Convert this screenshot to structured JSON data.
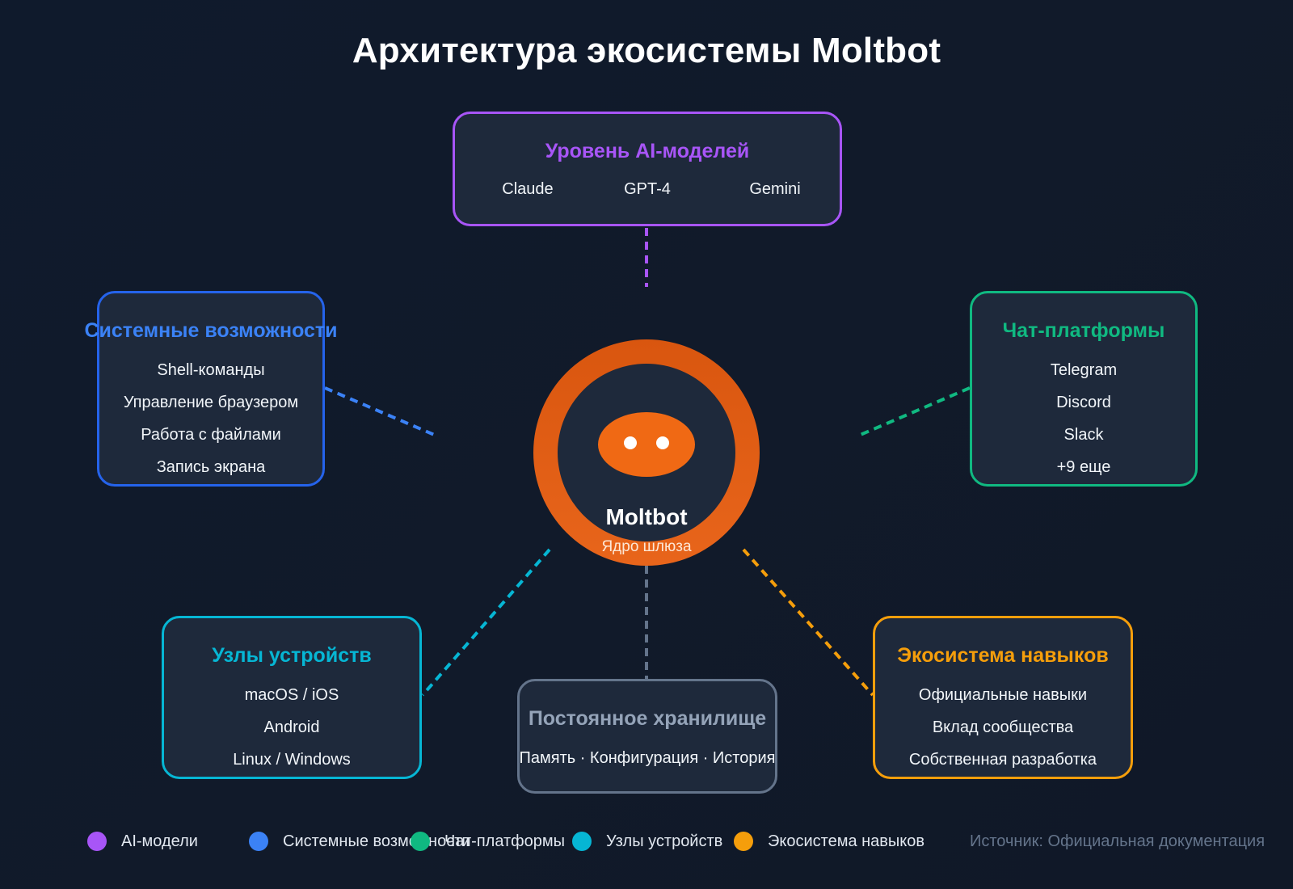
{
  "title": "Архитектура экосистемы Moltbot",
  "colors": {
    "ai": "#a855f7",
    "system": "#3b82f6",
    "chat": "#10b981",
    "devices": "#06b6d4",
    "skills": "#f59e0b",
    "storage": "#64748b",
    "core": "#ea6a1c"
  },
  "core": {
    "name": "Moltbot",
    "subtitle": "Ядро шлюза"
  },
  "ai_models": {
    "title": "Уровень AI-моделей",
    "items": [
      "Claude",
      "GPT-4",
      "Gemini"
    ]
  },
  "system": {
    "title": "Системные возможности",
    "items": [
      "Shell-команды",
      "Управление браузером",
      "Работа с файлами",
      "Запись экрана"
    ]
  },
  "chat": {
    "title": "Чат-платформы",
    "items": [
      "Telegram",
      "Discord",
      "Slack",
      "+9 еще"
    ]
  },
  "devices": {
    "title": "Узлы устройств",
    "items": [
      "macOS / iOS",
      "Android",
      "Linux / Windows"
    ]
  },
  "storage": {
    "title": "Постоянное хранилище",
    "items": [
      "Память · Конфигурация · История"
    ]
  },
  "skills": {
    "title": "Экосистема навыков",
    "items": [
      "Официальные навыки",
      "Вклад сообщества",
      "Собственная разработка"
    ]
  },
  "legend": [
    {
      "label": "AI-модели",
      "color": "#a855f7"
    },
    {
      "label": "Системные возможности",
      "color": "#3b82f6"
    },
    {
      "label": "Чат-платформы",
      "color": "#10b981"
    },
    {
      "label": "Узлы устройств",
      "color": "#06b6d4"
    },
    {
      "label": "Экосистема навыков",
      "color": "#f59e0b"
    }
  ],
  "source": "Источник: Официальная документация"
}
